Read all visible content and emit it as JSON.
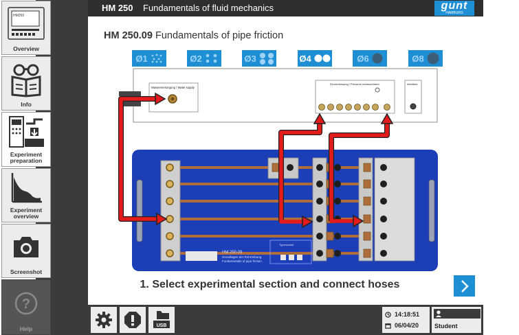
{
  "app": {
    "code": "HM 250",
    "title": "Fundamentals of fluid mechanics",
    "logo_text": "gunt",
    "logo_subtext": "HAMBURG"
  },
  "page": {
    "code": "HM 250.09",
    "title": "Fundamentals of pipe friction"
  },
  "sidebar": {
    "items": [
      {
        "label": "Overview",
        "icon": "device-icon",
        "device_label": "HM250"
      },
      {
        "label": "Info",
        "icon": "glasses-book-icon"
      },
      {
        "label": "Experiment\npreparation",
        "icon": "experiment-preparation-icon"
      },
      {
        "label": "Experiment\noverview",
        "icon": "chart-icon"
      },
      {
        "label": "Screenshot",
        "icon": "camera-icon"
      },
      {
        "label": "Help",
        "icon": "help-icon"
      }
    ]
  },
  "diameters": [
    {
      "label": "Ø1",
      "selected": false
    },
    {
      "label": "Ø2",
      "selected": false
    },
    {
      "label": "Ø3",
      "selected": false
    },
    {
      "label": "Ø4",
      "selected": true
    },
    {
      "label": "Ø6",
      "selected": false
    },
    {
      "label": "Ø8",
      "selected": false
    }
  ],
  "panel": {
    "water_supply": "Wasserversorgung / Water supply",
    "pressure": "Druckmessung / Pressure measurement",
    "interface": "Interface"
  },
  "board": {
    "title": "HM 250.09",
    "subtitle1": "Grundlagen der Rohrreibung",
    "subtitle2": "Fundamentals of pipe friction",
    "typeplate": "Typenschild"
  },
  "instruction": "1. Select experimental section and connect hoses",
  "bottombar": {
    "settings_icon": "gear-icon",
    "alert_icon": "alert-icon",
    "usb_icon": "usb-folder-icon",
    "usb_label": "USB",
    "time": "14:18:51",
    "date": "06/04/20",
    "user": "Student"
  },
  "colors": {
    "accent": "#1e8fd5",
    "board": "#1c3fb8",
    "arrow": "#e31b1b",
    "sidebar": "#3b3b3b"
  }
}
